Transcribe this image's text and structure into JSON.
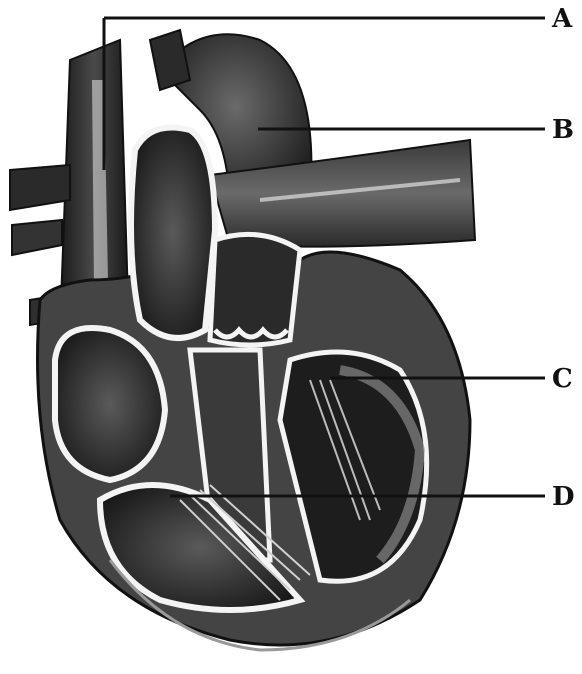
{
  "labels": {
    "a": "A",
    "b": "B",
    "c": "C",
    "d": "D"
  },
  "colors": {
    "ink": "#111111",
    "shadow": "#2a2a2a",
    "mid": "#555555",
    "light": "#9a9a9a",
    "paper": "#ffffff"
  }
}
